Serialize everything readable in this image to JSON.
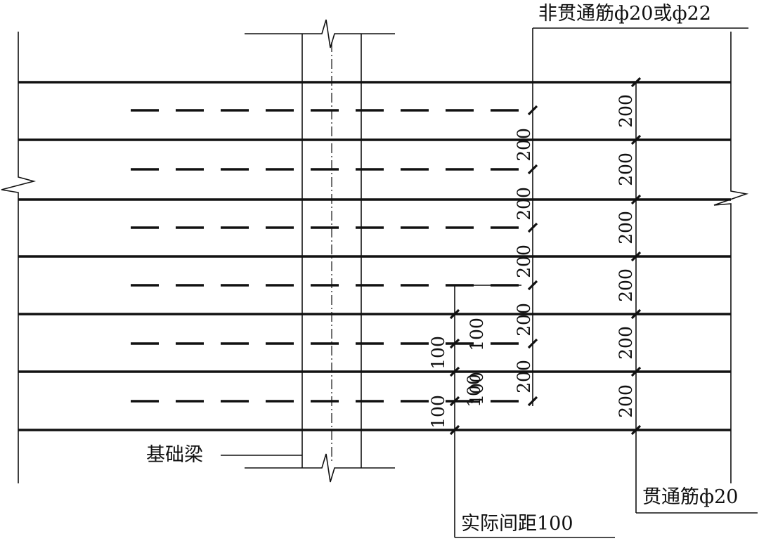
{
  "labels": {
    "non_through_bar": "非贯通筋ф20或ф22",
    "through_bar": "贯通筋ф20",
    "actual_spacing": "实际间距100",
    "foundation_beam": "基础梁"
  },
  "through_bar_spacings": [
    "200",
    "200",
    "200",
    "200",
    "200",
    "200"
  ],
  "non_through_bar_spacings": [
    "200",
    "200",
    "200",
    "200",
    "200"
  ],
  "actual_spacing_dims": {
    "right": [
      "100",
      "100",
      "100"
    ],
    "left": [
      "100",
      "100"
    ]
  }
}
